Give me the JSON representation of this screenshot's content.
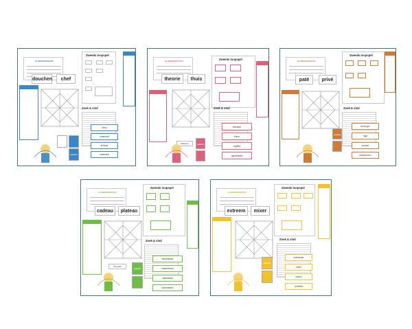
{
  "panels": [
    {
      "id": "panel-1",
      "accent": "#3a86c8",
      "header_title": "KLINKERSMATRIX",
      "words": [
        "douchen",
        "chef"
      ],
      "wordzoeker_title": "Zweeds loopspel",
      "zoek_title": "Zoek & vind",
      "bottom_words": [
        "Dirny",
        "charmant",
        "shirney",
        "machinist"
      ],
      "cover_label": "KAARTEN"
    },
    {
      "id": "panel-2",
      "accent": "#e0607a",
      "header_title": "KLINKERSMATRIX",
      "words": [
        "theorie",
        "thuis"
      ],
      "wordzoeker_title": "Zweeds loopspel",
      "zoek_title": "Zoek & vind",
      "bottom_words": [
        "theater",
        "thee",
        "mythe",
        "apotheek"
      ],
      "cover_label": "KAARTEN",
      "extra_label": "bibliotheek"
    },
    {
      "id": "panel-3",
      "accent": "#d07a3a",
      "header_title": "KLINKERSMATRIX",
      "words": [
        "paté",
        "privé"
      ],
      "wordzoeker_title": "Zweeds loopspel",
      "zoek_title": "Zoek & vind",
      "bottom_words": [
        "tréma gel",
        "logé",
        "écossé",
        "jerseyvrouw"
      ],
      "cover_label": "KAARTEN"
    },
    {
      "id": "panel-4",
      "accent": "#6fbe44",
      "header_title": "KLINKERSMATRIX",
      "words": [
        "cadeau",
        "plateau"
      ],
      "wordzoeker_title": "Zweeds loopspel",
      "zoek_title": "Zoek & vind",
      "bottom_words": [
        "bureaulamp",
        "waterniveau",
        "cadeaubon",
        "bureaustoel"
      ],
      "cover_label": "KAARTEN",
      "extra_label": "bureaulade"
    },
    {
      "id": "panel-5",
      "accent": "#f2c12e",
      "header_title": "KLINKERSMATRIX",
      "words": [
        "extreem",
        "mixer"
      ],
      "wordzoeker_title": "Zweeds loopspel",
      "zoek_title": "Zoek & vind",
      "bottom_words": [
        "exemplaar",
        "exact",
        "claxon",
        "excellent"
      ],
      "cover_label": "KAARTEN"
    }
  ]
}
